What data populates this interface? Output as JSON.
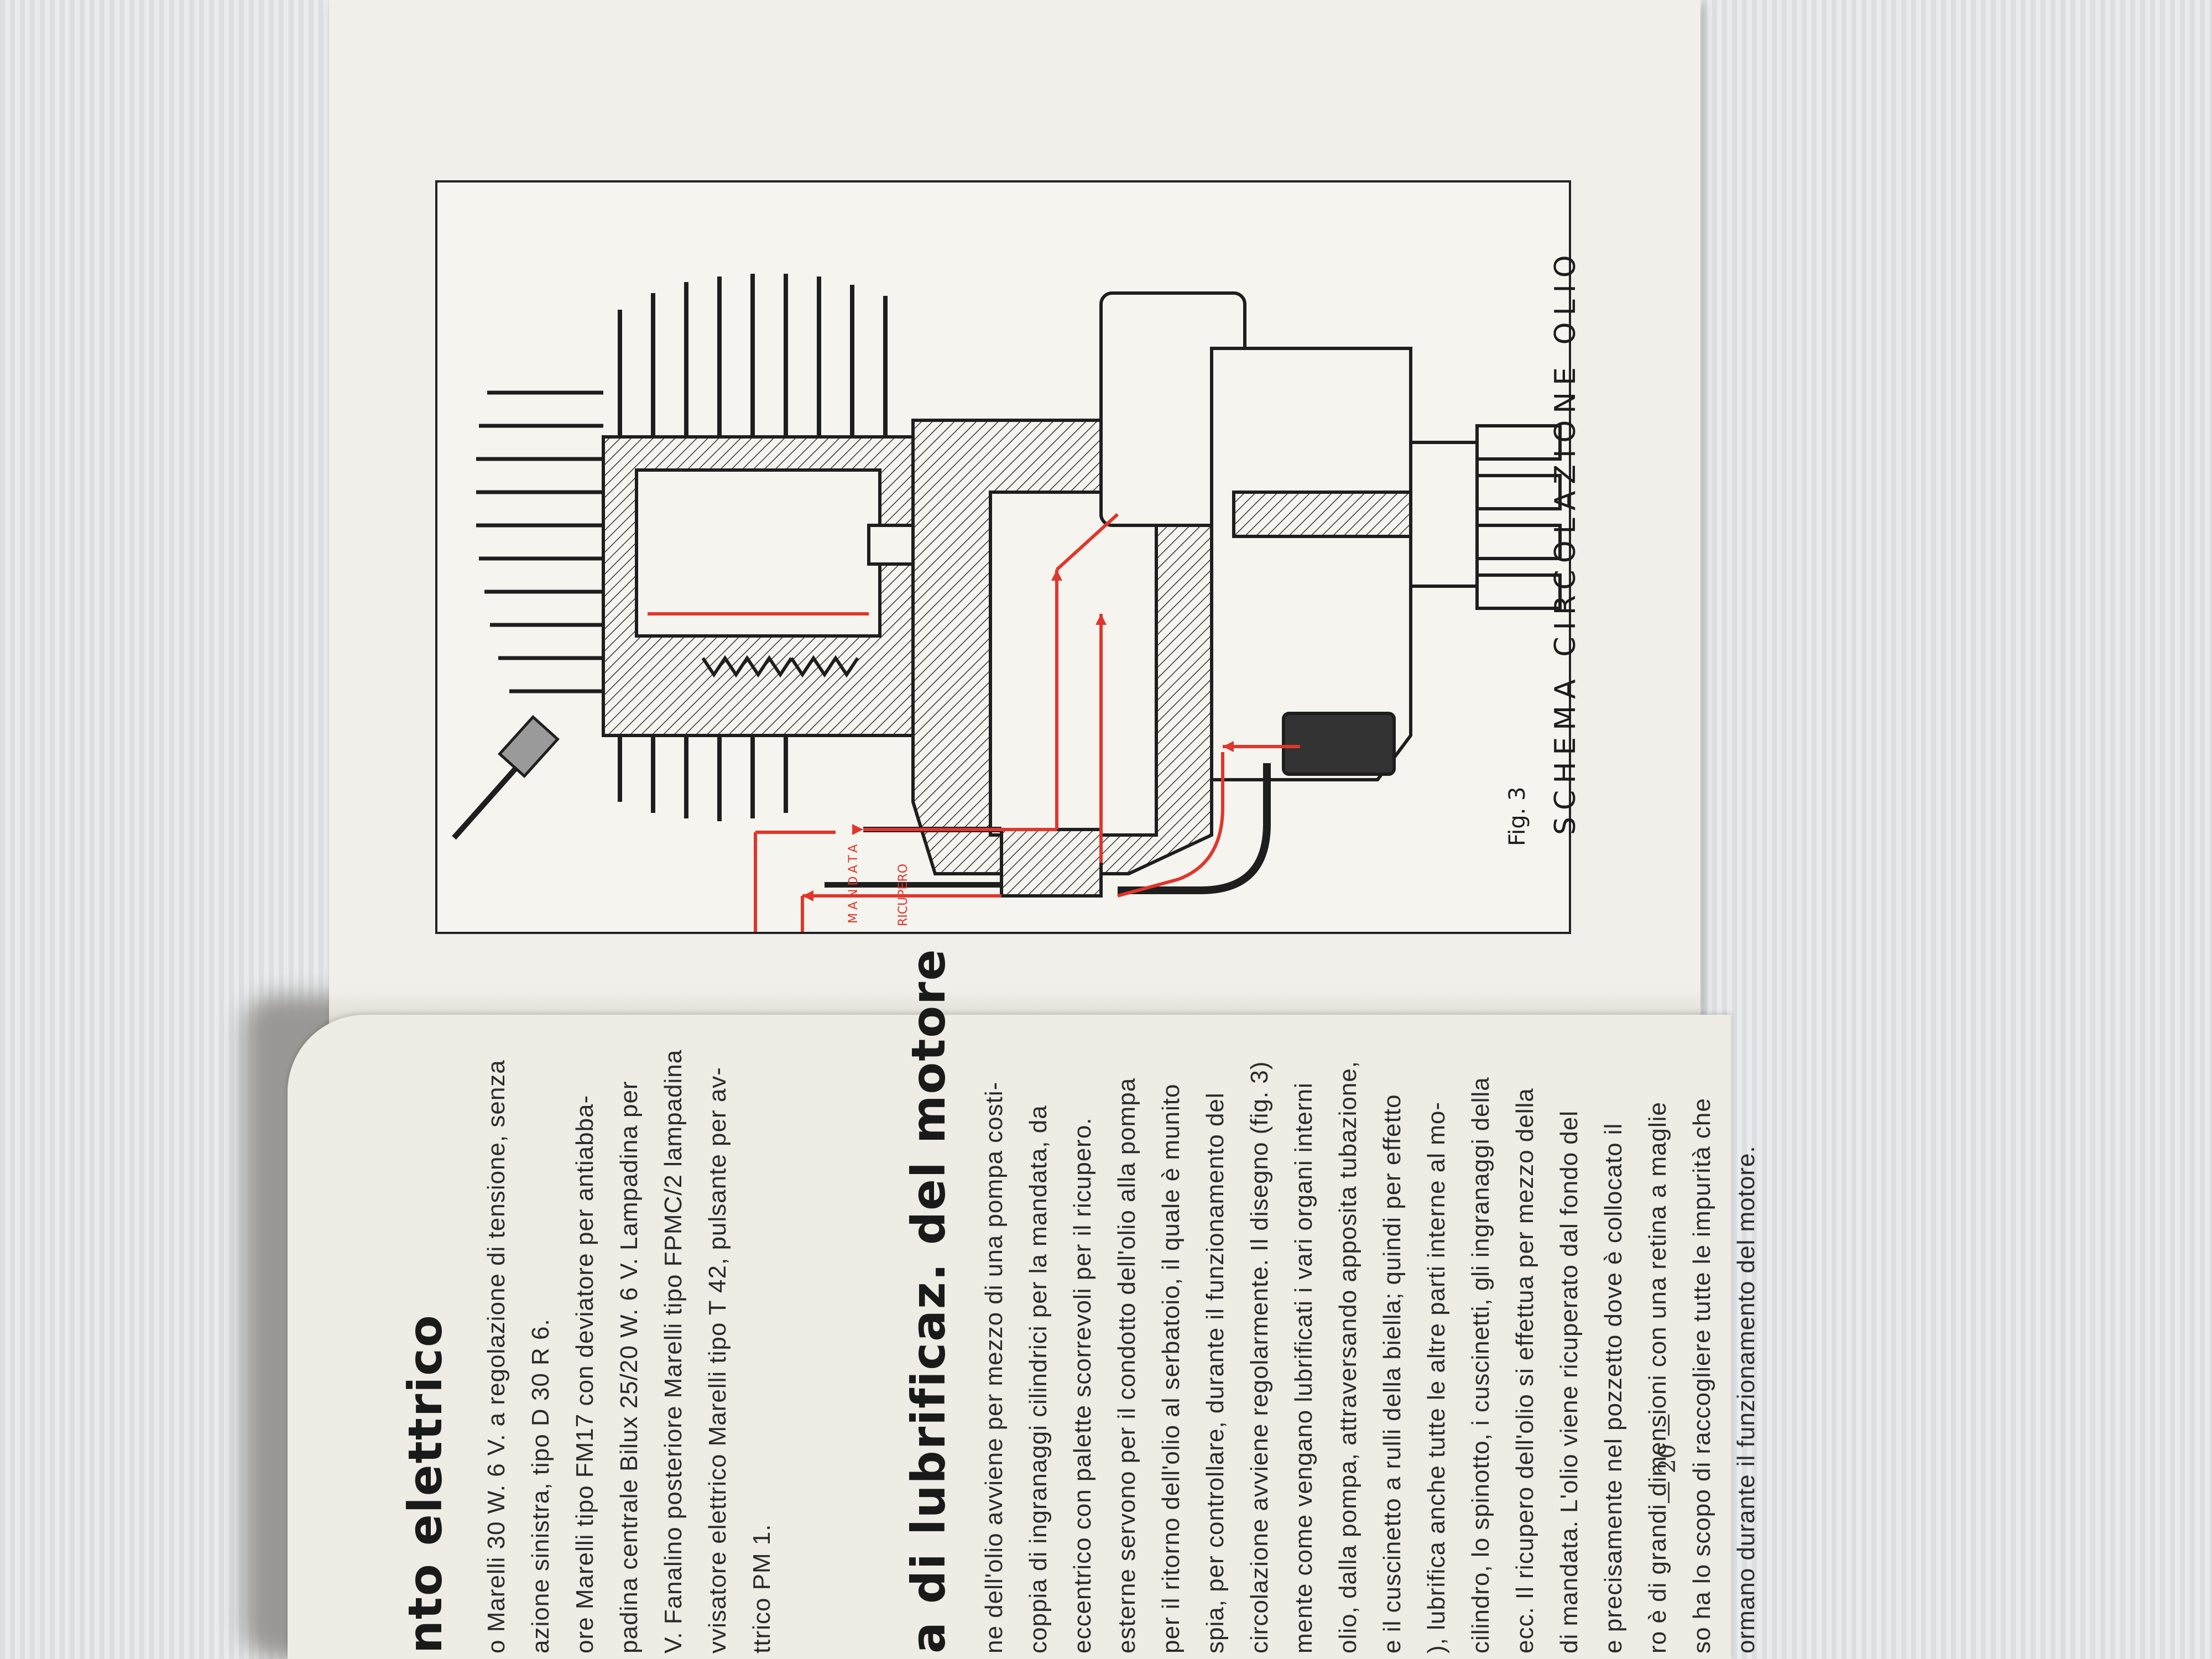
{
  "diagram": {
    "caption": "SCHEMA CIRCOLAZIONE OLIO",
    "figure_label": "Fig. 3",
    "mandata_label": "MANDATA",
    "recupero_label": "RICUPERO",
    "colors": {
      "oil_flow": "#e0362c",
      "ink": "#1e1e1e",
      "paper": "#f1efea"
    }
  },
  "page_number": "— 20 —",
  "sections": {
    "electrical": {
      "heading": "nto elettrico",
      "lines": [
        "o Marelli 30 W. 6 V. a regolazione di tensione, senza",
        "azione sinistra, tipo D 30 R 6.",
        "ore Marelli tipo FM17 con deviatore per antiabba-",
        "padina centrale Bilux 25/20 W. 6 V. Lampadina per",
        "V. Fanalino posteriore Marelli tipo FPMC/2 lampadina",
        "vvisatore elettrico Marelli tipo T 42, pulsante per av-",
        "ttrico PM 1."
      ]
    },
    "lubrication": {
      "heading": "a di lubrificaz. del motore",
      "lines": [
        "ne dell'olio avviene per mezzo di una pompa costi-",
        "coppia di ingranaggi cilindrici per la mandata, da",
        "eccentrico con palette scorrevoli per il ricupero.",
        "esterne servono per il condotto dell'olio alla pompa",
        "per il ritorno dell'olio al serbatoio, il quale è munito",
        "spia, per controllare, durante il funzionamento del",
        "circolazione avviene regolarmente. Il disegno (fig. 3)",
        "mente come vengano lubrificati i vari organi interni",
        "olio, dalla pompa, attraversando apposita tubazione,",
        "e il cuscinetto a rulli della biella; quindi per effetto",
        "), lubrifica anche tutte le altre parti interne al mo-",
        "cilindro, lo spinotto, i cuscinetti, gli ingranaggi della",
        "ecc. Il ricupero dell'olio si effettua per mezzo della",
        "di mandata. L'olio viene ricuperato dal fondo del",
        "e precisamente nel pozzetto dove è collocato il",
        "ro è di grandi dimensioni con una retina a maglie",
        "so ha lo scopo di raccogliere tutte le impurità che",
        "ormano durante il funzionamento del motore."
      ]
    }
  }
}
